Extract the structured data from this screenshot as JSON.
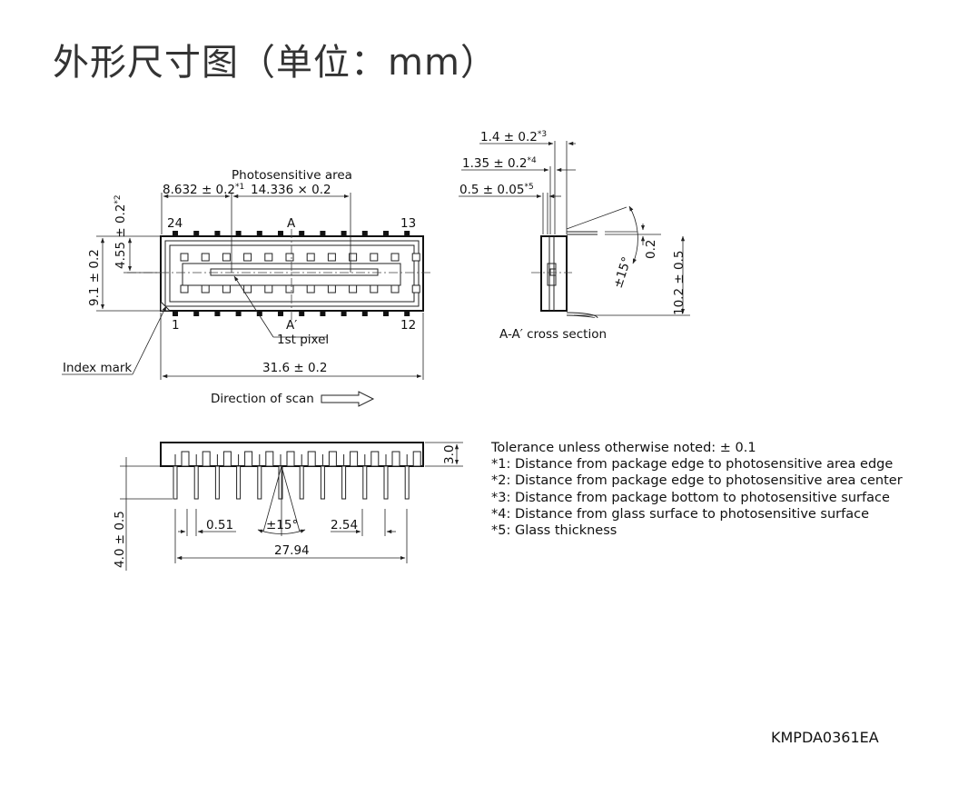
{
  "title": "外形尺寸图（单位：mm）",
  "top_view": {
    "photosensitive_area": "Photosensitive area",
    "dim_edge_offset": "8.632 ± 0.2",
    "dim_edge_offset_note": "*1",
    "dim_area_size": "14.336 × 0.2",
    "dim_center_offset": "4.55 ± 0.2",
    "dim_center_offset_note": "*2",
    "dim_height": "9.1 ± 0.2",
    "dim_length": "31.6 ± 0.2",
    "pin_24": "24",
    "pin_13": "13",
    "pin_1": "1",
    "pin_12": "12",
    "section_a": "A",
    "section_a_prime": "A′",
    "first_pixel": "1st pixel",
    "index_mark": "Index mark",
    "scan_direction": "Direction of scan"
  },
  "cross_section": {
    "dim_bottom_to_surface": "1.4 ± 0.2",
    "dim_bottom_to_surface_note": "*3",
    "dim_glass_to_surface": "1.35 ± 0.2",
    "dim_glass_to_surface_note": "*4",
    "dim_glass_thickness": "0.5 ± 0.05",
    "dim_glass_thickness_note": "*5",
    "lead_thickness": "0.2",
    "width": "10.2 ± 0.5",
    "lead_angle": "±15°",
    "caption": "A-A′ cross section"
  },
  "side_view": {
    "height": "3.0",
    "lead_length": "4.0 ± 0.5",
    "lead_width": "0.51",
    "lead_angle": "±15°",
    "pitch": "2.54",
    "span": "27.94"
  },
  "notes": [
    "Tolerance unless otherwise noted: ± 0.1",
    "*1: Distance from package edge to photosensitive area edge",
    "*2: Distance from package edge to photosensitive area center",
    "*3: Distance from package bottom to photosensitive surface",
    "*4: Distance from glass surface to photosensitive surface",
    "*5: Glass thickness"
  ],
  "document_code": "KMPDA0361EA"
}
